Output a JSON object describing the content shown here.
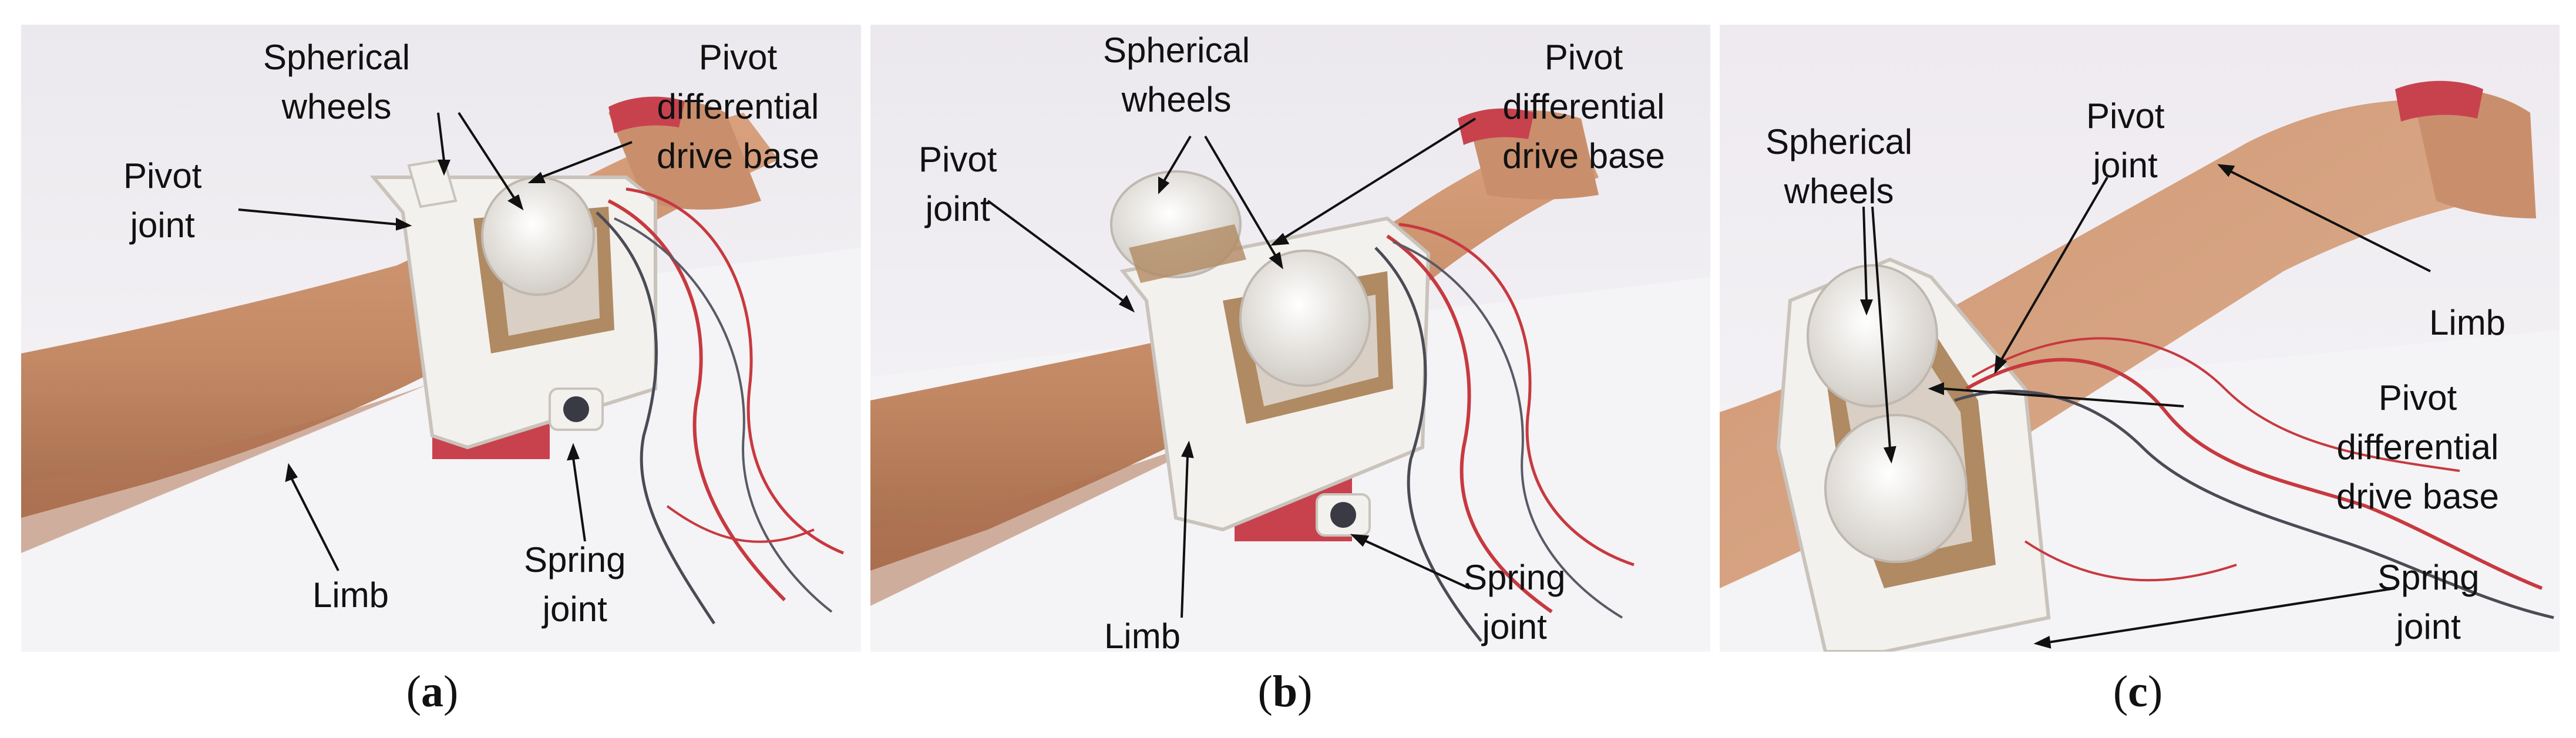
{
  "panels": [
    {
      "id": "a",
      "caption_letter": "a",
      "labels": {
        "spherical_wheels": [
          "Spherical",
          "wheels"
        ],
        "pivot_differential_drive_base": [
          "Pivot",
          "differential",
          "drive base"
        ],
        "pivot_joint": [
          "Pivot",
          "joint"
        ],
        "limb": [
          "Limb"
        ],
        "spring_joint": [
          "Spring",
          "joint"
        ]
      }
    },
    {
      "id": "b",
      "caption_letter": "b",
      "labels": {
        "spherical_wheels": [
          "Spherical",
          "wheels"
        ],
        "pivot_differential_drive_base": [
          "Pivot",
          "differential",
          "drive base"
        ],
        "pivot_joint": [
          "Pivot",
          "joint"
        ],
        "limb": [
          "Limb"
        ],
        "spring_joint": [
          "Spring",
          "joint"
        ]
      }
    },
    {
      "id": "c",
      "caption_letter": "c",
      "labels": {
        "spherical_wheels": [
          "Spherical",
          "wheels"
        ],
        "pivot_joint": [
          "Pivot",
          "joint"
        ],
        "limb": [
          "Limb"
        ],
        "pivot_differential_drive_base": [
          "Pivot",
          "differential",
          "drive base"
        ],
        "spring_joint": [
          "Spring",
          "joint"
        ]
      }
    }
  ],
  "colors": {
    "background_wall": "#e9e6ea",
    "table_surface": "#f5f4f6",
    "skin": "#c98f6c",
    "skin_shadow": "#a9704f",
    "device_white": "#f3f1ee",
    "device_shadow": "#c9c3bb",
    "wood": "#b08a62",
    "strap_red": "#c8424e",
    "wire_red": "#c7393f",
    "wire_dark": "#4b4b55",
    "annotation_text": "#111111"
  }
}
